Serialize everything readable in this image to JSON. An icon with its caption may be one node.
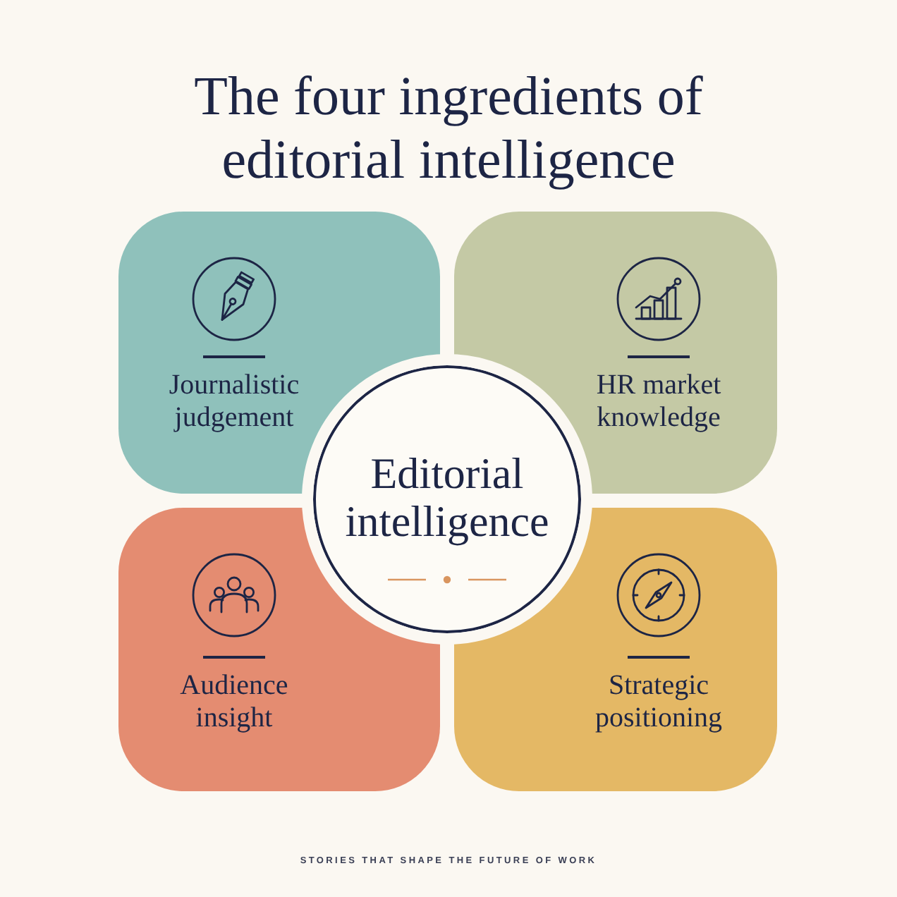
{
  "diagram": {
    "title": "The four ingredients of editorial intelligence",
    "nodes": [
      {
        "text": [
          "Journalistic judgement"
        ]
      },
      {
        "text": [
          "HR market knowledge"
        ]
      },
      {
        "text": [
          "Editorial intelligence"
        ]
      },
      {
        "text": [
          "Audience insight"
        ]
      },
      {
        "text": [
          "Strategic positioning"
        ]
      }
    ],
    "labels": [
      "STORIES THAT SHAPE THE FUTURE OF WORK"
    ]
  }
}
